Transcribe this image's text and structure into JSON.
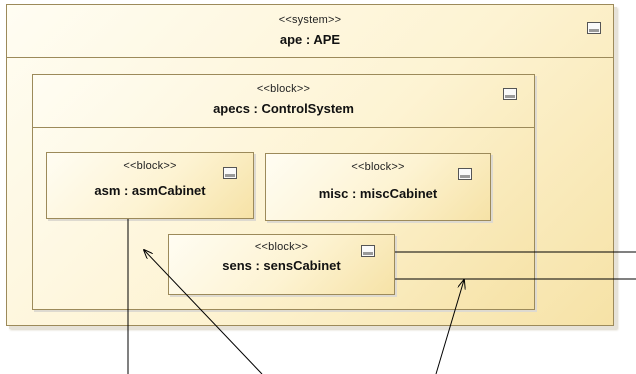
{
  "system": {
    "stereotype": "<<system>>",
    "name": "ape : APE"
  },
  "apecs": {
    "stereotype": "<<block>>",
    "name": "apecs : ControlSystem"
  },
  "asm": {
    "stereotype": "<<block>>",
    "name": "asm : asmCabinet"
  },
  "misc": {
    "stereotype": "<<block>>",
    "name": "misc : miscCabinet"
  },
  "sens": {
    "stereotype": "<<block>>",
    "name": "sens : sensCabinet"
  },
  "icons": {
    "part_compartment": "compartment-icon"
  },
  "colors": {
    "fill_light": "#fffdf3",
    "fill_dark": "#f6e2a6",
    "border": "#9c8a5a"
  }
}
